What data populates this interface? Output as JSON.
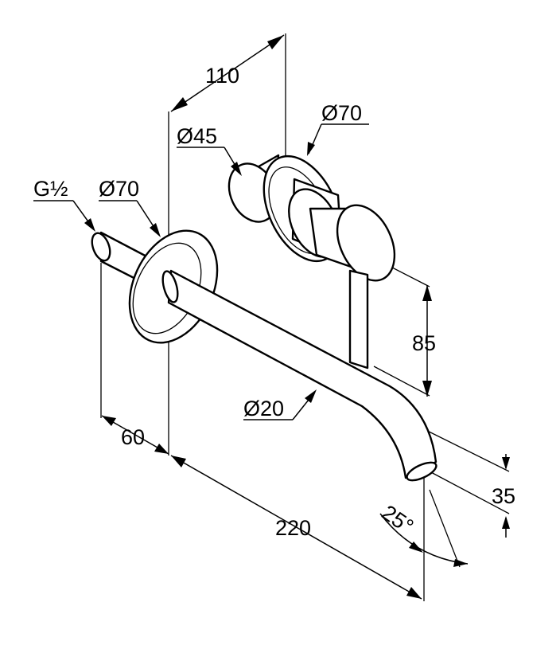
{
  "dimensions": {
    "wall_offset": "110",
    "handle_diameter": "Ø45",
    "rosette_diameter_mixer": "Ø70",
    "thread_size": "G½",
    "rosette_diameter_spout": "Ø70",
    "handle_height": "85",
    "spout_diameter": "Ø20",
    "inlet_depth": "60",
    "spout_projection": "220",
    "outlet_height": "35",
    "outlet_angle": "25°"
  }
}
